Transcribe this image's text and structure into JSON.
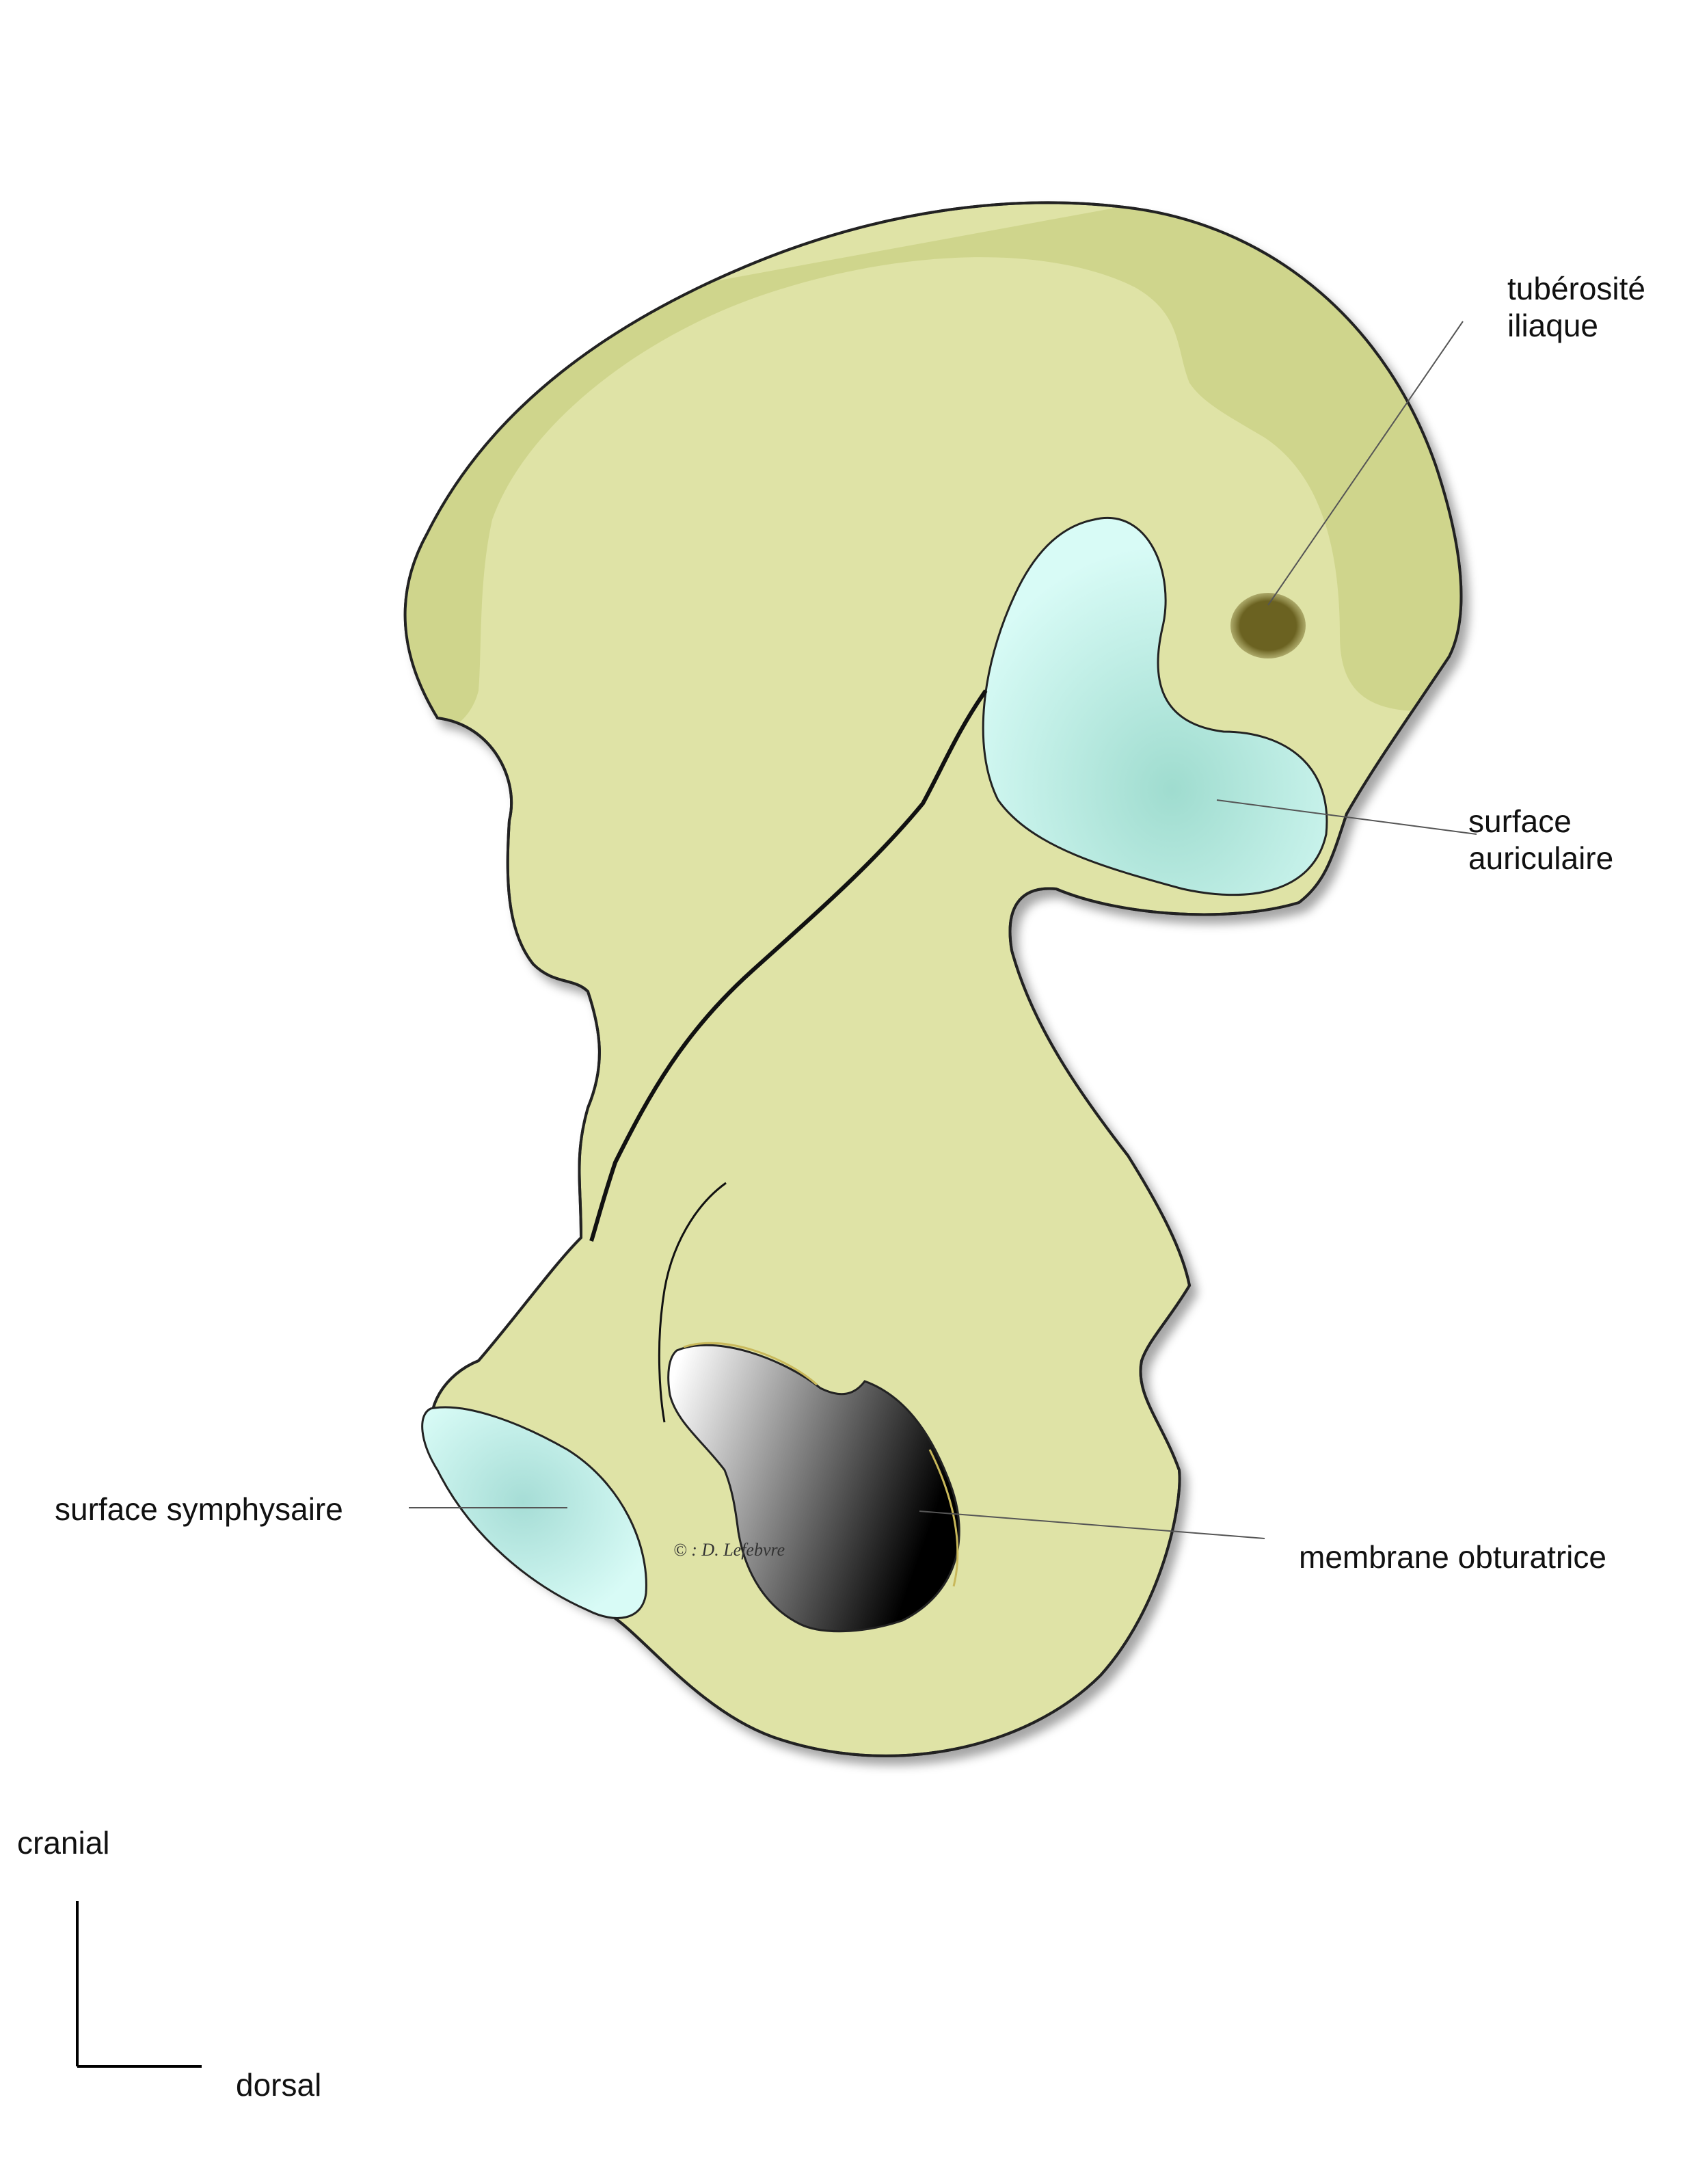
{
  "labels": {
    "tuberosite": [
      "tubérosité",
      "iliaque"
    ],
    "auriculaire": [
      "surface",
      "auriculaire"
    ],
    "symphysaire": "surface symphysaire",
    "obturatrice": "membrane obturatrice"
  },
  "orientation": {
    "cranial": "cranial",
    "dorsal": "dorsal"
  },
  "signature": "© : D. Lefebvre",
  "colors": {
    "bone": "#dfe3a6",
    "bone_crest": "#cfd58c",
    "outline": "#222222",
    "articular_surface": "#d2f7f2",
    "articular_surface_center": "#9fdccf",
    "tuberosity": "#6b6221",
    "foramen_dark": "#000000",
    "foramen_light": "#ffffff"
  }
}
